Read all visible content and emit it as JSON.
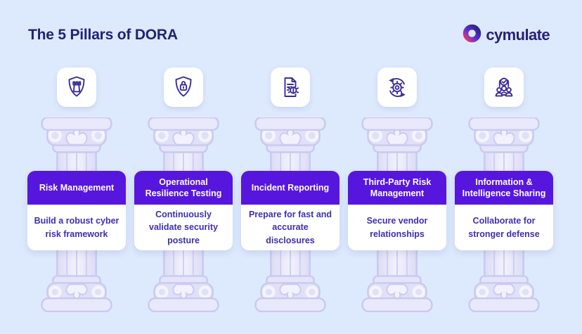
{
  "header": {
    "title": "The 5 Pillars of DORA",
    "brand": "cymulate"
  },
  "colors": {
    "background": "#ddeafd",
    "accent_purple": "#5716de",
    "title_text": "#222275",
    "body_text": "#3e2eb3",
    "pillar_fill": "#e7e7fb",
    "pillar_outline": "#c9caf0",
    "icon_stroke": "#3b2d9b",
    "logo_gradient": [
      "#2b2273",
      "#5a2ee0",
      "#ea3a67"
    ]
  },
  "pillars": [
    {
      "icon": "shield-rook-icon",
      "title": "Risk Management",
      "description": "Build a robust cyber risk framework"
    },
    {
      "icon": "shield-lock-icon",
      "title": "Operational Resilience Testing",
      "description": "Continuously validate security posture"
    },
    {
      "icon": "incident-report-bug-icon",
      "title": "Incident Reporting",
      "description": "Prepare for fast and accurate disclosures"
    },
    {
      "icon": "third-party-cycle-icon",
      "title": "Third-Party Risk Management",
      "description": "Secure vendor relationships"
    },
    {
      "icon": "team-check-icon",
      "title": "Information & Intelligence Sharing",
      "description": "Collaborate for stronger defense"
    }
  ]
}
